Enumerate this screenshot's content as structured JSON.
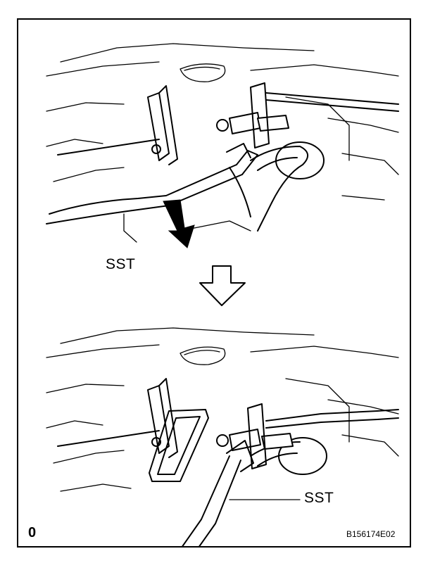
{
  "labels": {
    "top_tool": "SST",
    "bottom_tool": "SST",
    "corner_mark": "0",
    "figure_code": "B156174E02"
  },
  "icons": {
    "rotate_direction": "curved-arrow-down-icon",
    "next_step": "outline-arrow-down-icon"
  }
}
